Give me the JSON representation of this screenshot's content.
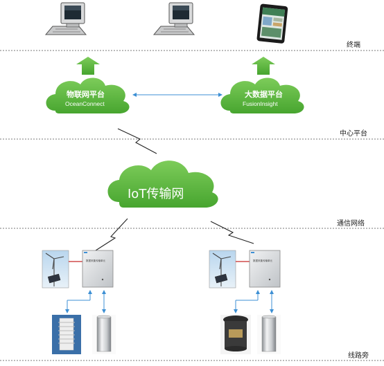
{
  "layers": {
    "terminal": "终端",
    "center_platform": "中心平台",
    "network": "通信网络",
    "line_side": "线路旁"
  },
  "platforms": {
    "iot_platform": {
      "title": "物联网平台",
      "subtitle": "OceanConnect"
    },
    "bigdata_platform": {
      "title": "大数据平台",
      "subtitle": "FusionInsight"
    }
  },
  "network_cloud": {
    "title": "IoT传输网"
  },
  "field_units": {
    "left_box_label": "数据采集传输单元",
    "right_box_label": "数据采集传输单元"
  },
  "colors": {
    "cloud_green": "#5fb843",
    "arrow_blue": "#3c8fd4",
    "divider": "#777777"
  }
}
